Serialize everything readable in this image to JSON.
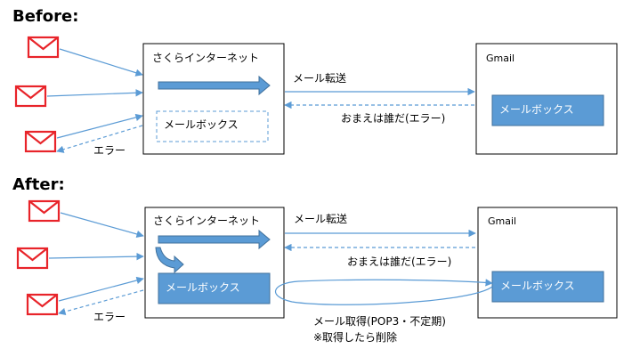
{
  "before": {
    "heading": "Before:",
    "sakura_title": "さくらインターネット",
    "sakura_mailbox": "メールボックス",
    "gmail_title": "Gmail",
    "gmail_mailbox": "メールボックス",
    "forward_label": "メール転送",
    "rejection_label": "おまえは誰だ(エラー)",
    "error_label": "エラー"
  },
  "after": {
    "heading": "After:",
    "sakura_title": "さくらインターネット",
    "sakura_mailbox": "メールボックス",
    "gmail_title": "Gmail",
    "gmail_mailbox": "メールボックス",
    "forward_label": "メール転送",
    "rejection_label": "おまえは誰だ(エラー)",
    "error_label": "エラー",
    "fetch_label": "メール取得(POP3・不定期)",
    "delete_note": "※取得したら削除"
  },
  "colors": {
    "envelope": "#e8242a",
    "arrow_line": "#5b9bd5",
    "fill_blue": "#5b9bd5",
    "fill_blue_dark": "#41719c",
    "box_border": "#000000"
  },
  "icons": [
    "envelope-icon"
  ]
}
